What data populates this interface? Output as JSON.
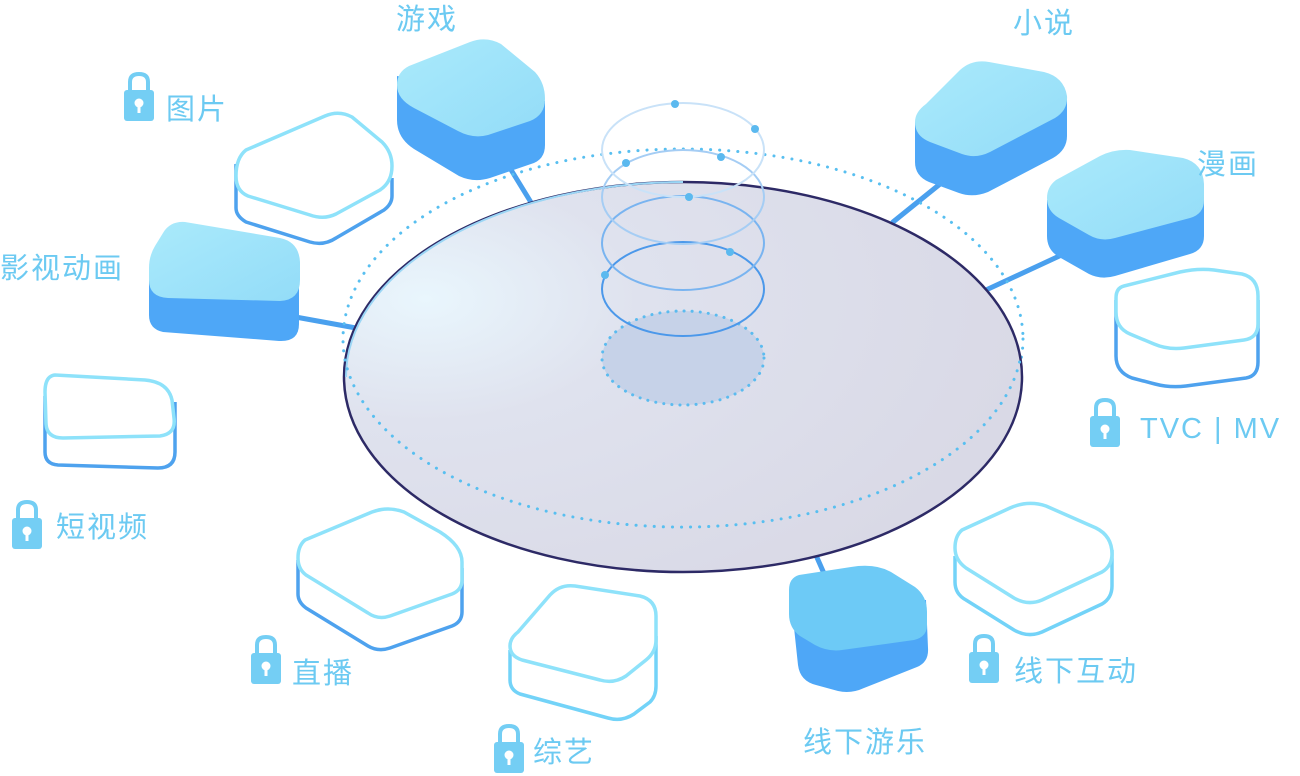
{
  "colors": {
    "label": "#6ccaf2",
    "lock": "#74cef4",
    "lit_top": "#9fe3f9",
    "lit_side": "#4ea7f7",
    "outline_blue": "#4ea2ee",
    "outline_cyan": "#73d3f8",
    "platform_fill": "#dcdde8",
    "platform_edge": "#2d2a66",
    "connector": "#4aa0ee",
    "dotted_ring": "#58bff0"
  },
  "nodes": [
    {
      "id": "games",
      "label": "游戏",
      "state": "active",
      "locked": false,
      "icon": "node-box"
    },
    {
      "id": "novel",
      "label": "小说",
      "state": "active",
      "locked": false,
      "icon": "node-box"
    },
    {
      "id": "comic",
      "label": "漫画",
      "state": "active",
      "locked": false,
      "icon": "node-box"
    },
    {
      "id": "tvc-mv",
      "label": "TVC | MV",
      "state": "locked",
      "locked": true,
      "icon": "lock-icon"
    },
    {
      "id": "offline-interaction",
      "label": "线下互动",
      "state": "locked",
      "locked": true,
      "icon": "lock-icon"
    },
    {
      "id": "offline-tour",
      "label": "线下游乐",
      "state": "active",
      "locked": false,
      "icon": "node-box"
    },
    {
      "id": "variety",
      "label": "综艺",
      "state": "locked",
      "locked": true,
      "icon": "lock-icon"
    },
    {
      "id": "live",
      "label": "直播",
      "state": "locked",
      "locked": true,
      "icon": "lock-icon"
    },
    {
      "id": "short-video",
      "label": "短视频",
      "state": "locked",
      "locked": true,
      "icon": "lock-icon"
    },
    {
      "id": "film-animation",
      "label": "影视动画",
      "state": "active",
      "locked": false,
      "icon": "node-box"
    },
    {
      "id": "images",
      "label": "图片",
      "state": "locked",
      "locked": true,
      "icon": "lock-icon"
    }
  ]
}
